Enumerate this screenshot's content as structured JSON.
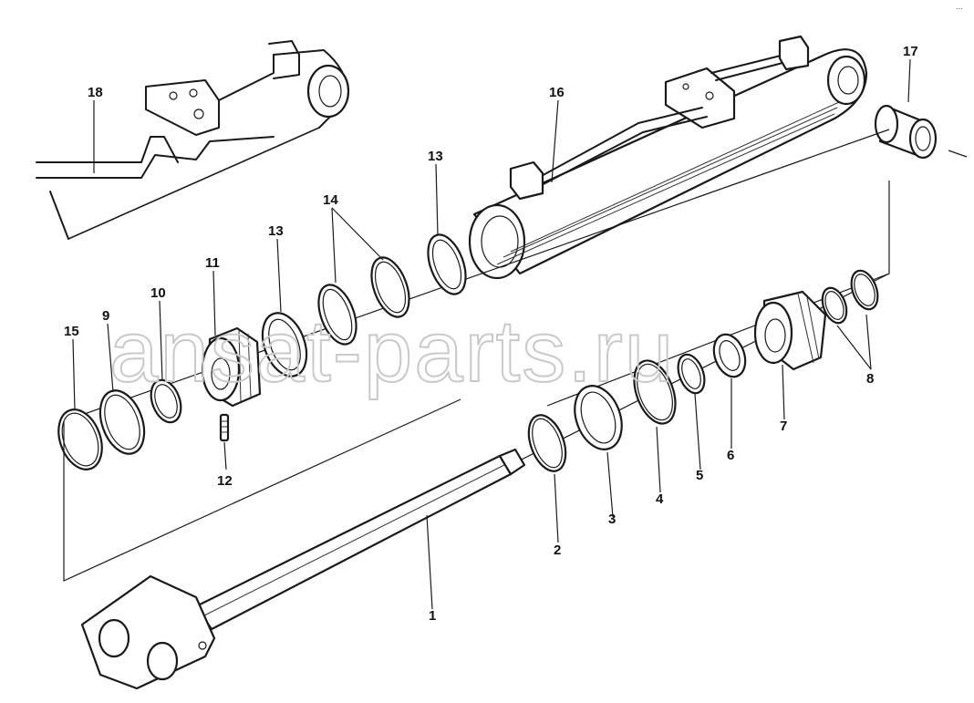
{
  "diagram": {
    "callouts": [
      "1",
      "2",
      "3",
      "4",
      "5",
      "6",
      "7",
      "8",
      "9",
      "10",
      "11",
      "12",
      "13",
      "13",
      "14",
      "15",
      "16",
      "17",
      "18"
    ],
    "watermark": "ansat-parts.ru",
    "corner_mark": "…"
  }
}
